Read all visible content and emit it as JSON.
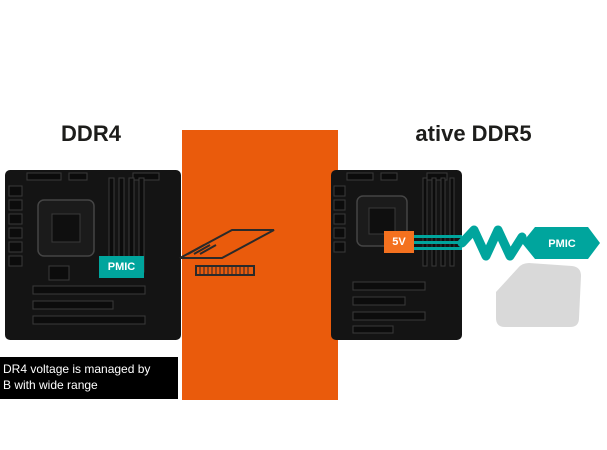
{
  "titles": {
    "left": "DDR4",
    "right": "ative DDR5"
  },
  "left_board": {
    "pmic": "PMIC"
  },
  "right_board": {
    "voltage": "5V",
    "pmic": "PMIC"
  },
  "caption": {
    "line1": "DR4 voltage is managed by",
    "line2": "B with wide range"
  },
  "colors": {
    "orange_band": "#ea5b0c",
    "orange_label": "#f4711f",
    "teal": "#00a59d",
    "board_black": "#141414",
    "grey_shape": "#d9d9d9",
    "title_text": "#1d1d1b"
  }
}
